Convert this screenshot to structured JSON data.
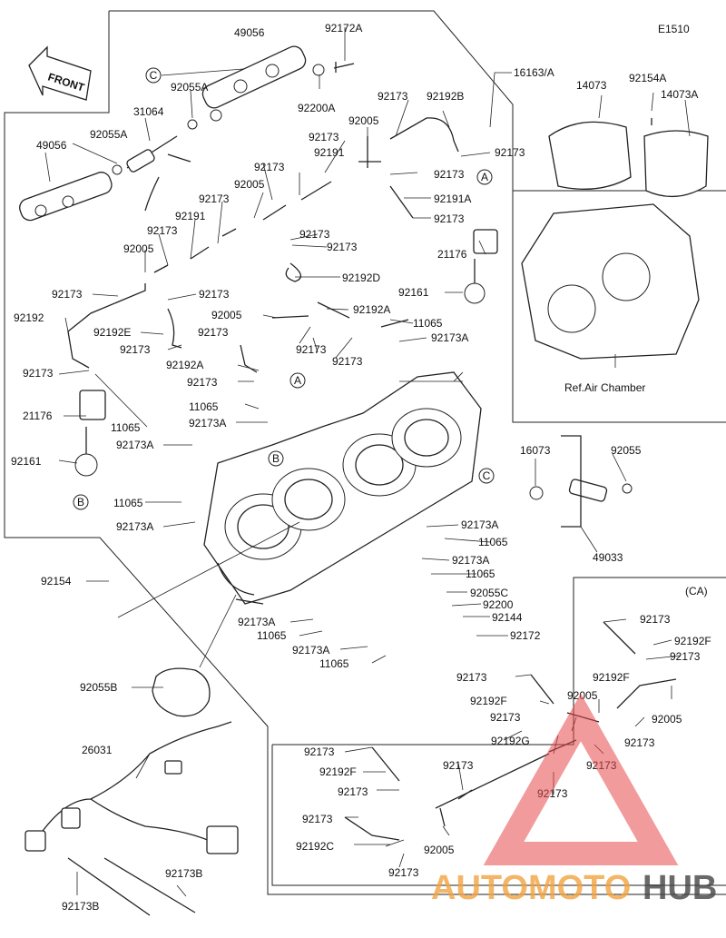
{
  "diagram_code": "E1510",
  "front_label": "FRONT",
  "ref_note": "Ref.Air Chamber",
  "ca_label": "(CA)",
  "watermark": {
    "part1": "AUTOMOTO",
    "part2": "HUB",
    "accent": "#e8494a",
    "orange": "#f2a541"
  },
  "ref_letters": {
    "A": "A",
    "B": "B",
    "C": "C"
  },
  "labels": {
    "l49056a": "49056",
    "l92172a": "92172A",
    "l16163a": "16163/A",
    "l92200a": "92200A",
    "l92055a": "92055A",
    "l31064": "31064",
    "l92173_t1": "92173",
    "l92192b": "92192B",
    "l92005_t1": "92005",
    "l92173_t2": "92173",
    "l92173_t3": "92173",
    "l92191_t1": "92191",
    "l92173_t4": "92173",
    "l92173_t5": "92173",
    "l92191a": "92191A",
    "l92005_t2": "92005",
    "l92173_t6": "92173",
    "l92055a_l": "92055A",
    "l49056_l": "49056",
    "l92173_t7": "92173",
    "l92191_t2": "92191",
    "l92173_t8": "92173",
    "l92173_t9": "92173",
    "l92173_t10": "92173",
    "l21176_r": "21176",
    "l92005_t3": "92005",
    "l92192d": "92192D",
    "l92173_t11": "92173",
    "l92173_t12": "92173",
    "l92161_r": "92161",
    "l92192": "92192",
    "l92005_t4": "92005",
    "l92192a": "92192A",
    "l92192e": "92192E",
    "l92173_t13": "92173",
    "l11065_t1": "11065",
    "l92173_t14": "92173",
    "l92173_t15": "92173",
    "l92173a_t1": "92173A",
    "l92173_t16": "92173",
    "l92173_t17": "92173",
    "l92192a_l": "92192A",
    "l92173_t18": "92173",
    "l14073": "14073",
    "l92154a": "92154A",
    "l14073a": "14073A",
    "l11065_t2": "11065",
    "l92173a_t2": "92173A",
    "l21176_l": "21176",
    "l11065_t3": "11065",
    "l92173a_t3": "92173A",
    "l92161_l": "92161",
    "l16073": "16073",
    "l92055": "92055",
    "l11065_t4": "11065",
    "l92173a_t4": "92173A",
    "l92173a_t5": "92173A",
    "l11065_t5": "11065",
    "l92173a_t6": "92173A",
    "l11065_t6": "11065",
    "l49033": "49033",
    "l92154": "92154",
    "l92055c": "92055C",
    "l92200": "92200",
    "l92144": "92144",
    "l92172": "92172",
    "l92173a_t7": "92173A",
    "l11065_t7": "11065",
    "l92173a_t8": "92173A",
    "l11065_t8": "11065",
    "l92055b": "92055B",
    "l26031": "26031",
    "l92173b_r": "92173B",
    "l92173b_l": "92173B",
    "ca_92173_a": "92173",
    "ca_92192f_a": "92192F",
    "ca_92173_b": "92173",
    "ca_92173_c": "92173",
    "ca_92192f_b": "92192F",
    "ca_92192f_c": "92192F",
    "ca_92005_a": "92005",
    "ca_92173_d": "92173",
    "ca_92005_b": "92005",
    "ca_92173_e": "92173",
    "ca_92173_f": "92173",
    "ca_92192g": "92192G",
    "ca_92173_g": "92173",
    "ca_92173_h": "92173",
    "ca_92192f_d": "92192F",
    "ca_92173_i": "92173",
    "ca_92173_j": "92173",
    "ca_92192c": "92192C",
    "ca_92005_c": "92005",
    "ca_92173_k": "92173",
    "ca_92173_l": "92173"
  }
}
